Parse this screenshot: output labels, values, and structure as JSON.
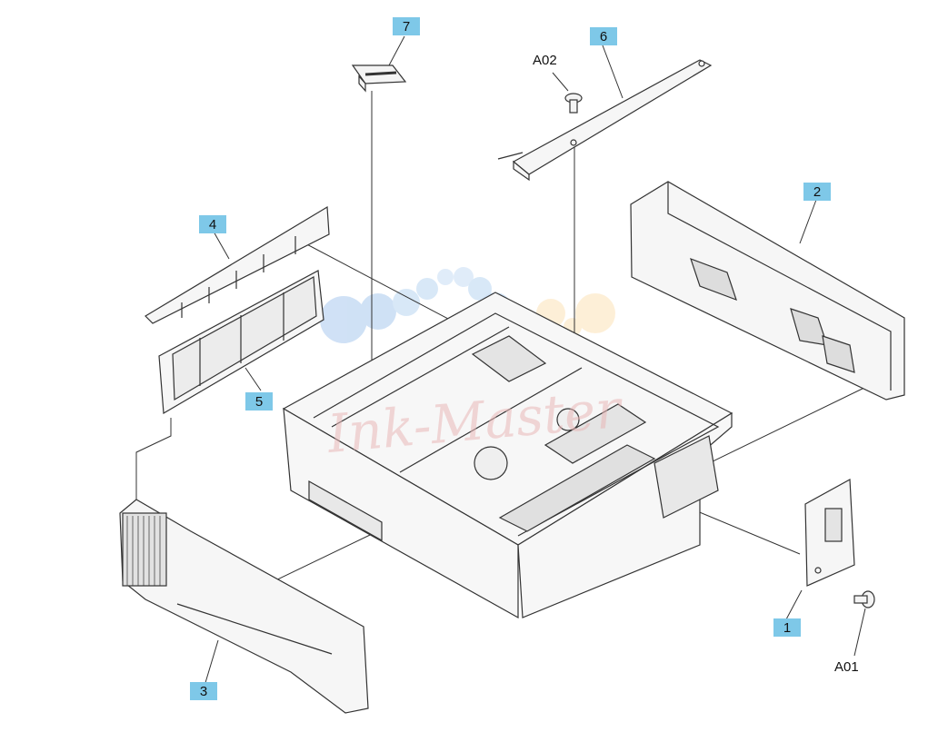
{
  "diagram": {
    "callouts": [
      {
        "id": "1",
        "label": "1"
      },
      {
        "id": "2",
        "label": "2"
      },
      {
        "id": "3",
        "label": "3"
      },
      {
        "id": "4",
        "label": "4"
      },
      {
        "id": "5",
        "label": "5"
      },
      {
        "id": "6",
        "label": "6"
      },
      {
        "id": "7",
        "label": "7"
      }
    ],
    "screw_labels": {
      "a01": "A01",
      "a02": "A02"
    },
    "watermark": "Ink-Master",
    "colors": {
      "callout_fill": "#7ec8e8",
      "line": "#333333",
      "watermark_blue": "#b9d6f2",
      "watermark_orange": "#fde2b8"
    }
  }
}
